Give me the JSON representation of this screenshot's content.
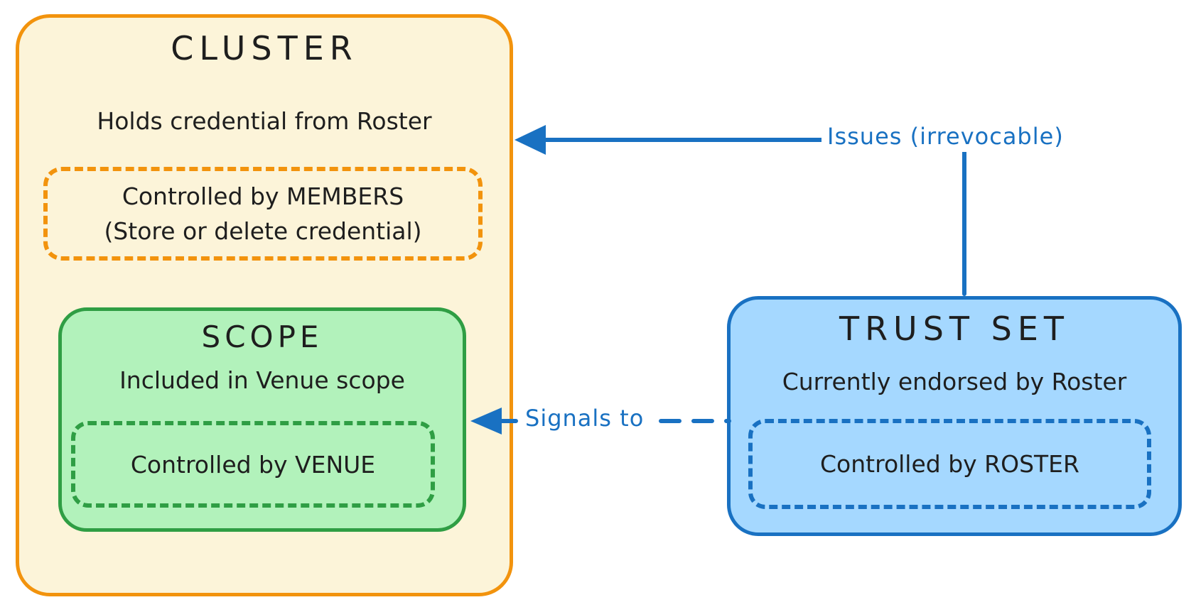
{
  "cluster": {
    "title": "CLUSTER",
    "subtitle": "Holds credential from Roster",
    "members_box": {
      "line1": "Controlled by MEMBERS",
      "line2": "(Store or delete credential)"
    },
    "scope": {
      "title": "SCOPE",
      "subtitle": "Included in Venue scope",
      "venue_box": {
        "label": "Controlled by VENUE"
      }
    }
  },
  "trust_set": {
    "title": "TRUST SET",
    "subtitle": "Currently endorsed by Roster",
    "roster_box": {
      "label": "Controlled by ROSTER"
    }
  },
  "arrows": [
    {
      "label": "Issues (irrevocable)",
      "style": "solid",
      "from": "TRUST SET",
      "to": "CLUSTER"
    },
    {
      "label": "Signals to",
      "style": "dashed",
      "from": "TRUST SET",
      "to": "SCOPE"
    }
  ],
  "colors": {
    "cluster_fill": "#FCF4D9",
    "cluster_stroke": "#F2930D",
    "scope_fill": "#B2F2BB",
    "scope_stroke": "#2F9E44",
    "trust_fill": "#A5D8FF",
    "trust_stroke": "#1971C2",
    "arrow": "#1971C2",
    "text": "#1E1E1E"
  }
}
